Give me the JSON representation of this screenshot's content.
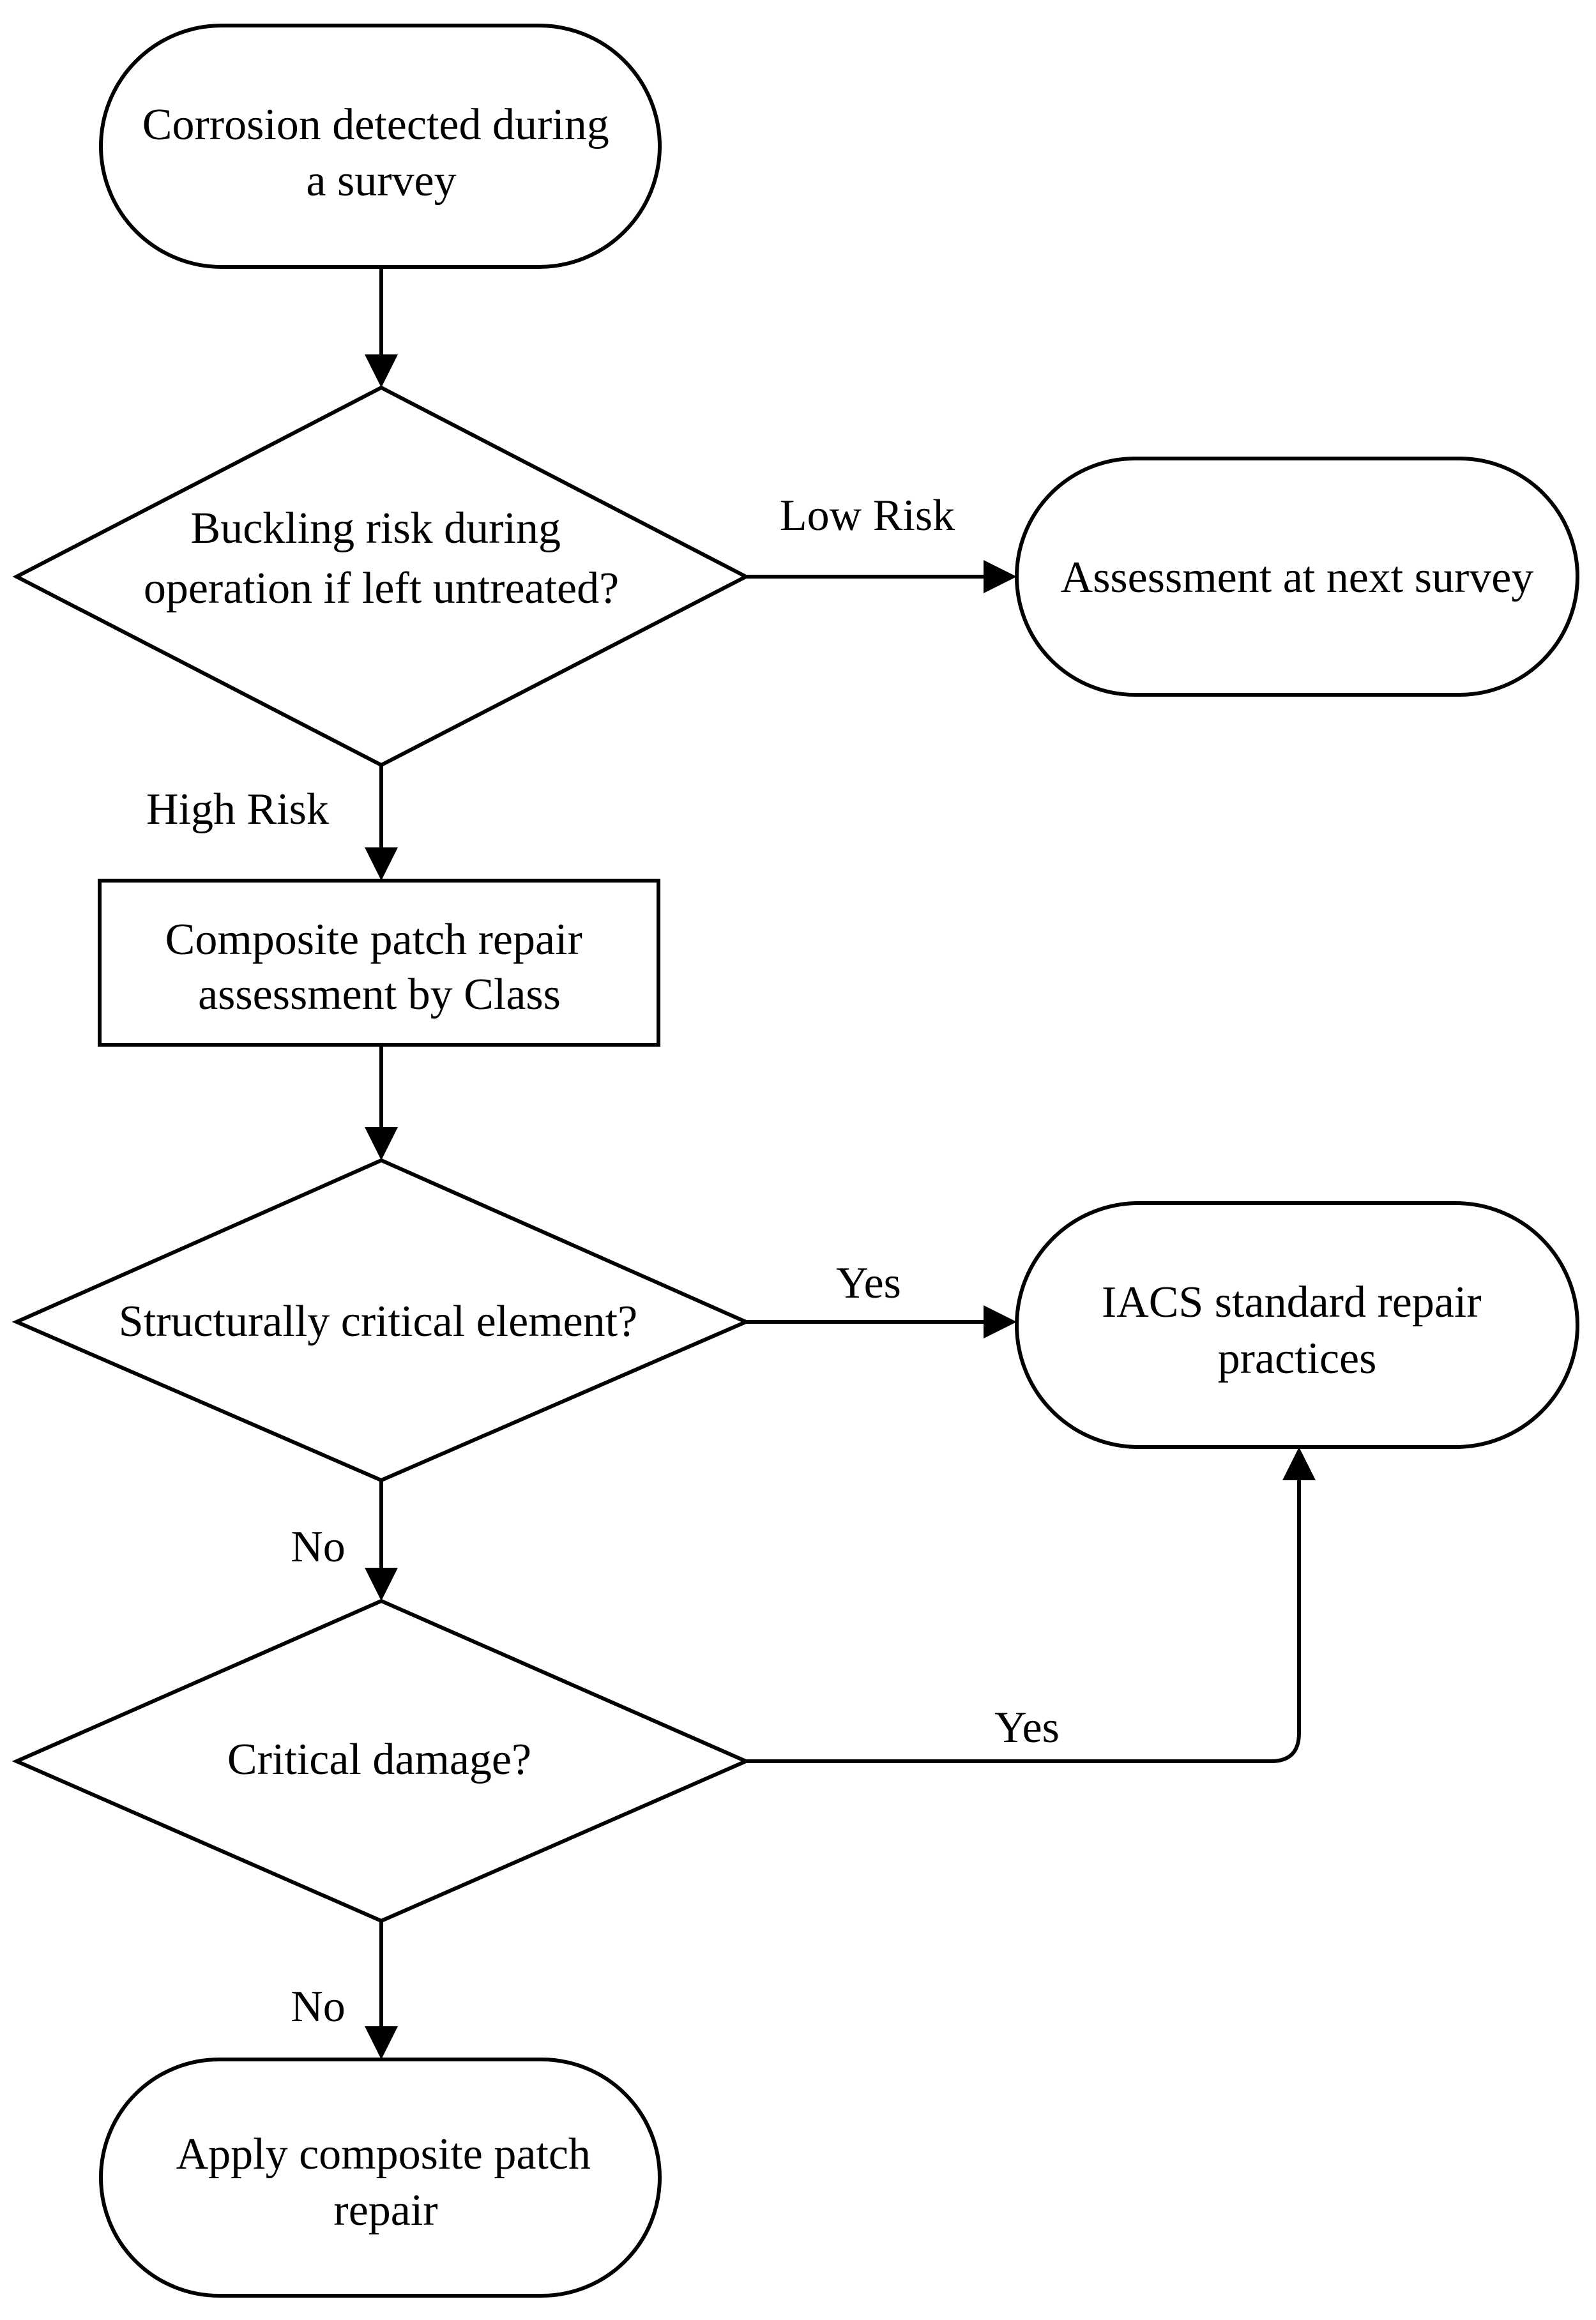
{
  "nodes": {
    "start": [
      "Corrosion detected during",
      "a survey"
    ],
    "buckling": [
      "Buckling risk during",
      "operation if left untreated?"
    ],
    "next_survey": [
      "Assessment at next survey"
    ],
    "class_assessment": [
      "Composite patch repair",
      "assessment by Class"
    ],
    "structural": [
      "Structurally critical element?"
    ],
    "iacs": [
      "IACS standard repair",
      "practices"
    ],
    "damage": [
      "Critical damage?"
    ],
    "apply": [
      "Apply composite patch",
      "repair"
    ]
  },
  "edge_labels": {
    "low_risk": "Low Risk",
    "high_risk": "High Risk",
    "structural_yes": "Yes",
    "structural_no": "No",
    "damage_yes": "Yes",
    "damage_no": "No"
  },
  "colors": {
    "stroke": "#000000",
    "fill": "#ffffff"
  }
}
